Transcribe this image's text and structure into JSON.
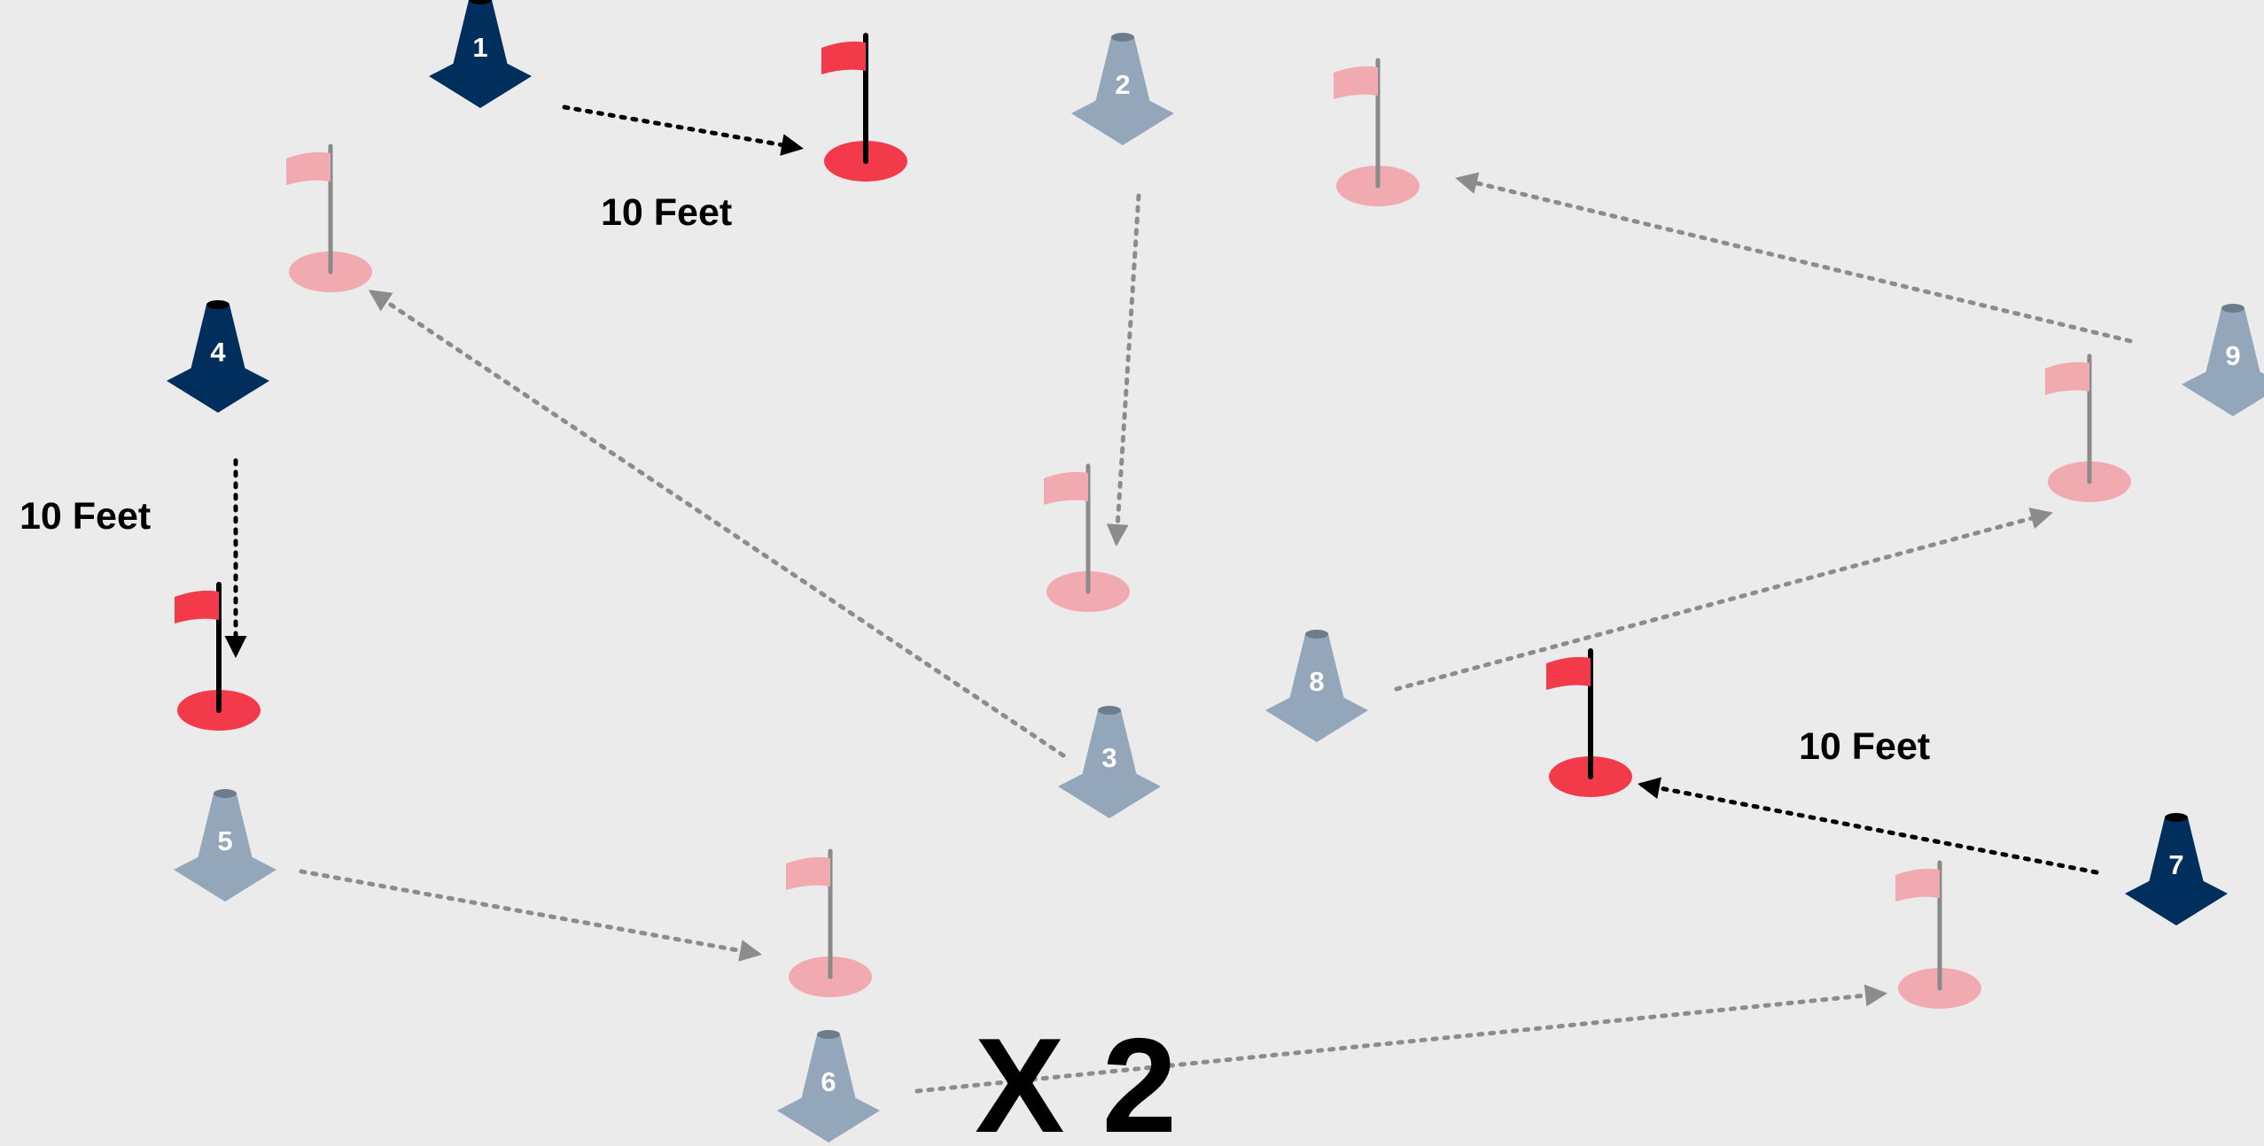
{
  "colors": {
    "background": "#ebebeb",
    "cone_active": "#002e5d",
    "cone_inactive": "#94a6ba",
    "flag_active": "#f23a4a",
    "flag_inactive": "#f0aab0",
    "arrow_active": "#000000",
    "arrow_inactive": "#8c8c8c"
  },
  "cones": [
    {
      "number": "1",
      "state": "active"
    },
    {
      "number": "2",
      "state": "inactive"
    },
    {
      "number": "3",
      "state": "inactive"
    },
    {
      "number": "4",
      "state": "active"
    },
    {
      "number": "5",
      "state": "inactive"
    },
    {
      "number": "6",
      "state": "inactive"
    },
    {
      "number": "7",
      "state": "active"
    },
    {
      "number": "8",
      "state": "inactive"
    },
    {
      "number": "9",
      "state": "inactive"
    }
  ],
  "flags": [
    {
      "name": "flag-a",
      "state": "active"
    },
    {
      "name": "flag-b",
      "state": "inactive"
    },
    {
      "name": "flag-c",
      "state": "inactive"
    },
    {
      "name": "flag-d",
      "state": "active"
    },
    {
      "name": "flag-e",
      "state": "inactive"
    },
    {
      "name": "flag-f",
      "state": "active"
    },
    {
      "name": "flag-g",
      "state": "inactive"
    },
    {
      "name": "flag-h",
      "state": "inactive"
    },
    {
      "name": "flag-i",
      "state": "inactive"
    }
  ],
  "paths": [
    {
      "from": "cone-1",
      "to": "flag-a",
      "state": "active"
    },
    {
      "from": "cone-2",
      "to": "flag-c",
      "state": "inactive"
    },
    {
      "from": "cone-3",
      "to": "flag-b",
      "state": "inactive"
    },
    {
      "from": "cone-4",
      "to": "flag-d",
      "state": "active"
    },
    {
      "from": "cone-5",
      "to": "flag-g",
      "state": "inactive"
    },
    {
      "from": "cone-6",
      "to": "flag-h",
      "state": "inactive"
    },
    {
      "from": "cone-7",
      "to": "flag-f",
      "state": "active"
    },
    {
      "from": "cone-8",
      "to": "flag-i",
      "state": "inactive"
    },
    {
      "from": "cone-9",
      "to": "flag-e",
      "state": "inactive"
    }
  ],
  "labels": {
    "distance_1": "10 Feet",
    "distance_2": "10 Feet",
    "distance_3": "10 Feet",
    "repetitions": "X 2"
  }
}
